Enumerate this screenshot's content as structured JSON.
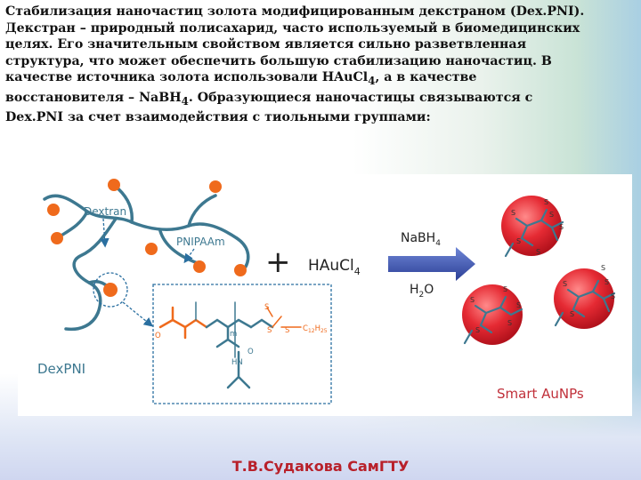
{
  "text": {
    "line1": "Стабилизация наночастиц золота модифицированным декстраном (Dex.PNI).",
    "line2": "Декстран – природный полисахарид, часто используемый в биомедицинских",
    "line3": "целях. Его значительным свойством является сильно разветвленная",
    "line4": "структура, что может обеспечить большую стабилизацию наночастиц. В",
    "line5_a": "качестве источника золота использовали HAuCl",
    "line5_sub": "4",
    "line5_b": ", а в качестве",
    "line6_a": "восстановителя – NaBH",
    "line6_sub": "4",
    "line6_b": ". Образующиеся наночастицы связываются с",
    "line7": "Dex.PNI за счет взаимодействия с тиольными группами:"
  },
  "diagram": {
    "label_dextran": "Dextran",
    "label_pnipaam": "PNIPAAm",
    "label_dexpni": "DexPNI",
    "plus": "+",
    "reagent_main": "HAuCl",
    "reagent_sub": "4",
    "arrow_top_main": "NaBH",
    "arrow_top_sub": "4",
    "arrow_bottom_a": "H",
    "arrow_bottom_sub": "2",
    "arrow_bottom_b": "O",
    "struct_o": "O",
    "struct_m": "m",
    "struct_s1": "S",
    "struct_s2": "S",
    "struct_s3": "S",
    "struct_c12": "C",
    "struct_c12_sub": "12",
    "struct_c12_h": "H",
    "struct_c12_hsub": "25",
    "struct_hn": "HN",
    "struct_o2": "O",
    "label_smart": "Smart AuNPs",
    "sulfur": "S"
  },
  "colors": {
    "polymer": "#3d7890",
    "orange": "#ef6a1c",
    "particle": "#d9202b",
    "dash_blue": "#2a6fa0",
    "arrow_fill": "#3b55a8",
    "footer": "#b8202a"
  },
  "footer": "Т.В.Судакова СамГТУ"
}
